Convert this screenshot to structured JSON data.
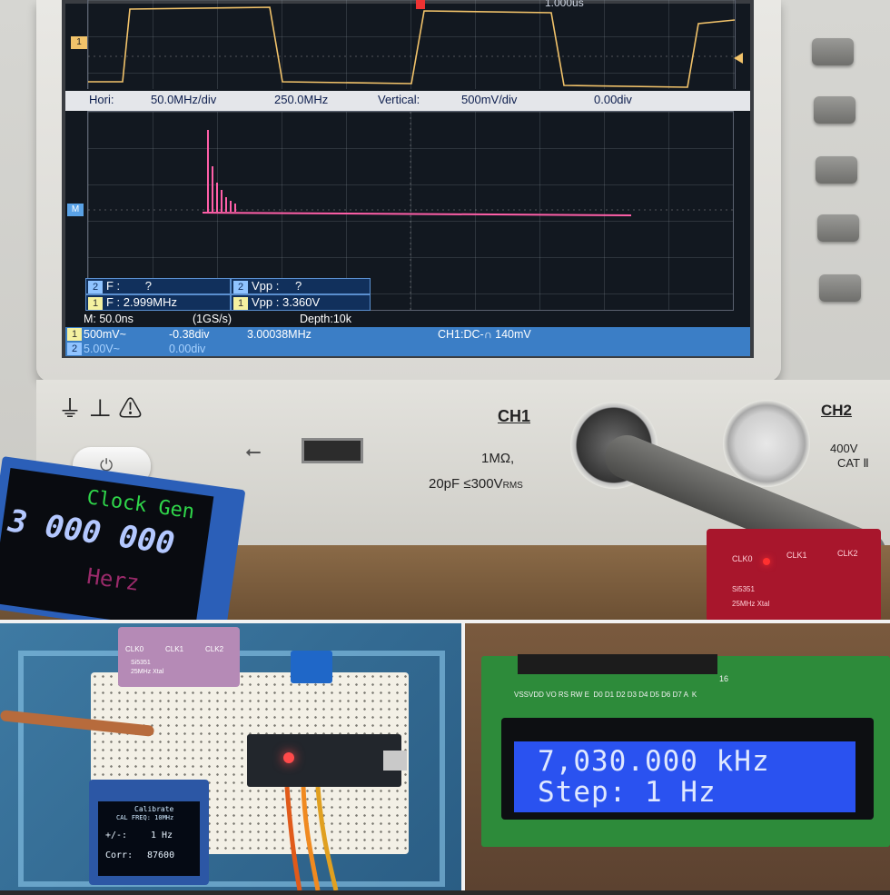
{
  "scope": {
    "top_timebase": "1.000us",
    "marker_1": "1",
    "marker_m": "M",
    "hori_label": "Hori:",
    "hori_value": "50.0MHz/div",
    "hori_center": "250.0MHz",
    "vertical_label": "Vertical:",
    "vertical_value": "500mV/div",
    "vertical_offset": "0.00div",
    "meas_ch2_freq_label": "F :",
    "meas_ch2_freq_value": "?",
    "meas_ch2_vpp_label": "Vpp :",
    "meas_ch2_vpp_value": "?",
    "meas_ch1_freq": "F : 2.999MHz",
    "meas_ch1_vpp": "Vpp : 3.360V",
    "status_time": "M: 50.0ns",
    "status_rate": "(1GS/s)",
    "status_depth": "Depth:10k",
    "ch1_volts": "500mV~",
    "ch1_offset": "-0.38div",
    "ch1_freq": "3.00038MHz",
    "ch1_trigger": "CH1:DC-∩ 140mV",
    "ch2_volts": "5.00V~",
    "ch2_offset": "0.00div",
    "ch1_label": "CH1",
    "ch2_label": "CH2",
    "input_spec_1": "1MΩ,",
    "input_spec_2": "20pF ≤300V",
    "input_spec_rms": "RMS",
    "rating_voltage": "400V",
    "rating_cat": "CAT Ⅱ"
  },
  "tft": {
    "title": "Clock Gen",
    "frequency": "3 000 000",
    "unit": "Herz"
  },
  "si5351_top": {
    "pins": [
      "CLK0",
      "CLK1",
      "CLK2"
    ],
    "chip": "Si5351",
    "xtal": "25MHz Xtal"
  },
  "breadboard": {
    "si5351_pins": [
      "CLK0",
      "CLK1",
      "CLK2"
    ],
    "si5351_chip": "Si5351",
    "si5351_xtal": "25MHz Xtal",
    "oled_line1": "Calibrate",
    "oled_line2": "CAL FREQ: 10MHz",
    "oled_step_label": "+/-:",
    "oled_step_value": "1 Hz",
    "oled_corr_label": "Corr:",
    "oled_corr_value": "87600"
  },
  "lcd": {
    "pin_labels": "VSSVDD VO RS RW E  D0 D1 D2 D3 D4 D5 D6 D7 A  K",
    "pin_16": "16",
    "line1": "7,030.000 kHz",
    "line2": "Step: 1 Hz"
  },
  "colors": {
    "ch1_trace": "#f2c36a",
    "fft_trace": "#ff5fa8",
    "lcd_bg": "#2a52f0",
    "tft_title": "#2fd64a",
    "tft_digits": "#b4c8ff",
    "tft_unit": "#9a2a6a"
  }
}
